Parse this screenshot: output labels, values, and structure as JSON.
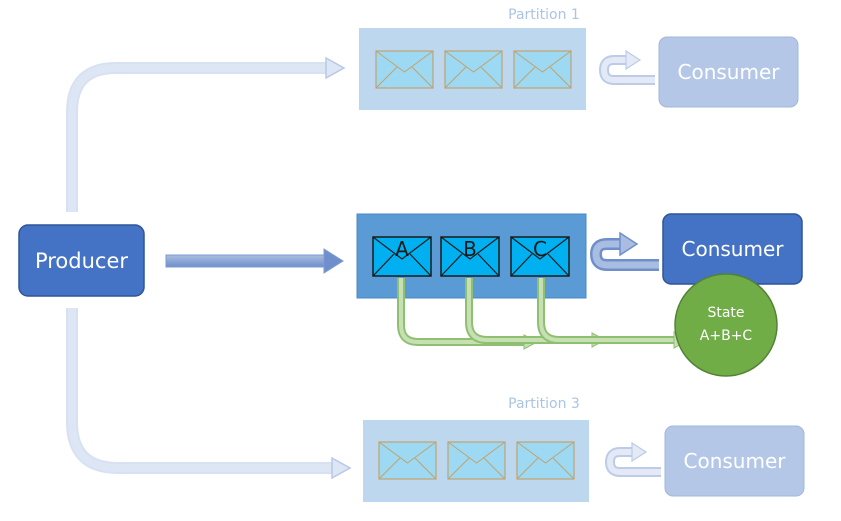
{
  "producer": {
    "label": "Producer"
  },
  "partitions": [
    {
      "label": "Partition 1",
      "messages": [
        "",
        "",
        ""
      ],
      "consumer": "Consumer",
      "faded": true
    },
    {
      "label": "",
      "messages": [
        "A",
        "B",
        "C"
      ],
      "consumer": "Consumer",
      "faded": false
    },
    {
      "label": "Partition 3",
      "messages": [
        "",
        "",
        ""
      ],
      "consumer": "Consumer",
      "faded": true
    }
  ],
  "state": {
    "title": "State",
    "value": "A+B+C"
  },
  "icons": {
    "message": "envelope-icon",
    "commit": "u-turn-arrow-icon",
    "send": "right-arrow-icon"
  },
  "colors": {
    "producer_fill": "#4472c4",
    "active_consumer_fill": "#4472c4",
    "faded_consumer_fill": "#b4c7e7",
    "active_partition_fill": "#5b9bd5",
    "faded_partition_fill": "#bdd7ee",
    "active_envelope_fill": "#00b0f0",
    "faded_envelope_fill": "#9dd9f3",
    "state_fill": "#70ad47",
    "state_stroke": "#548235",
    "faded_label": "#aac4e4"
  }
}
